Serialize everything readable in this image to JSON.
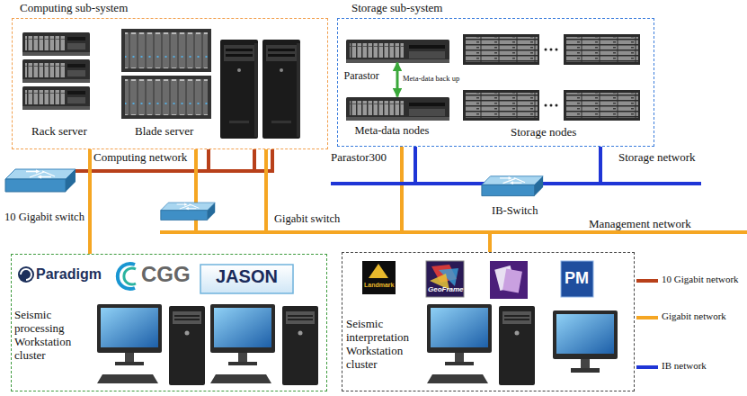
{
  "diagram": {
    "nodes": [
      {
        "text": [
          "Computing sub-system"
        ]
      },
      {
        "text": [
          "Storage sub-system"
        ]
      },
      {
        "text": [
          "Parastor"
        ],
        "in": 1
      },
      {
        "text": [
          "Meta-data nodes"
        ],
        "in": 1
      },
      {
        "text": [
          "10 Gigabit switch"
        ]
      },
      {
        "text": [
          "Gigabit switch"
        ]
      },
      {
        "text": [
          "IB-Switch"
        ]
      },
      {
        "text": [
          "Seismic processing Workstation cluster"
        ]
      },
      {
        "text": [
          "Seismic interpretation Workstation cluster"
        ]
      }
    ],
    "edges": [
      {
        "from": 2,
        "to": 3,
        "arrow": "both",
        "label": "Meta-data back up"
      }
    ],
    "labels": [
      "Rack server",
      "Blade server",
      "Computing network",
      "Storage nodes",
      "Parastor300",
      "Storage network",
      "Management network",
      "Paradigm",
      "CGG",
      "JASON",
      "Landmark",
      "GeoFrame",
      "PM"
    ],
    "legend": [
      {
        "text": "10 Gigabit network",
        "color": "#B8401A"
      },
      {
        "text": "Gigabit network",
        "color": "#F5A623"
      },
      {
        "text": "IB network",
        "color": "#1F35D6"
      }
    ]
  }
}
